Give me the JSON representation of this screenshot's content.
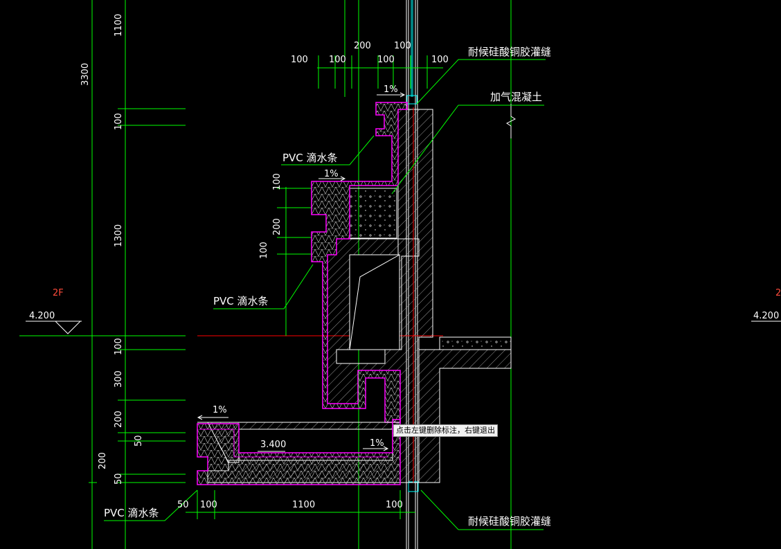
{
  "annotations": {
    "sealant_top": "耐候硅酸铜胶灌缝",
    "aerated_concrete": "加气混凝土",
    "pvc_drip_1": "PVC 滴水条",
    "pvc_drip_2": "PVC 滴水条",
    "pvc_drip_3": "PVC 滴水条",
    "sealant_bottom": "耐候硅酸铜胶灌缝"
  },
  "level": {
    "floor_left": "2F",
    "elev_left": "4.200",
    "floor_right": "2",
    "elev_right": "4.200"
  },
  "dimensions": {
    "left_vertical": [
      "3300",
      "1100",
      "100",
      "1300",
      "100",
      "300",
      "200",
      "50",
      "200",
      "50"
    ],
    "top": [
      "100",
      "100",
      "200",
      "100",
      "100",
      "100"
    ],
    "inner_vertical": [
      "100",
      "200",
      "100"
    ],
    "bottom": [
      "50",
      "100",
      "1100",
      "100"
    ]
  },
  "slopes": [
    "1%",
    "1%",
    "1%",
    "1%"
  ],
  "elevation_inner": "3.400",
  "tooltip": "点击左键删除标注，右键退出",
  "colors": {
    "green": "#00ff00",
    "magenta": "#ff00ff",
    "red": "#ff0000",
    "cyan": "#00ffff",
    "white": "#ffffff",
    "background": "#000000"
  }
}
